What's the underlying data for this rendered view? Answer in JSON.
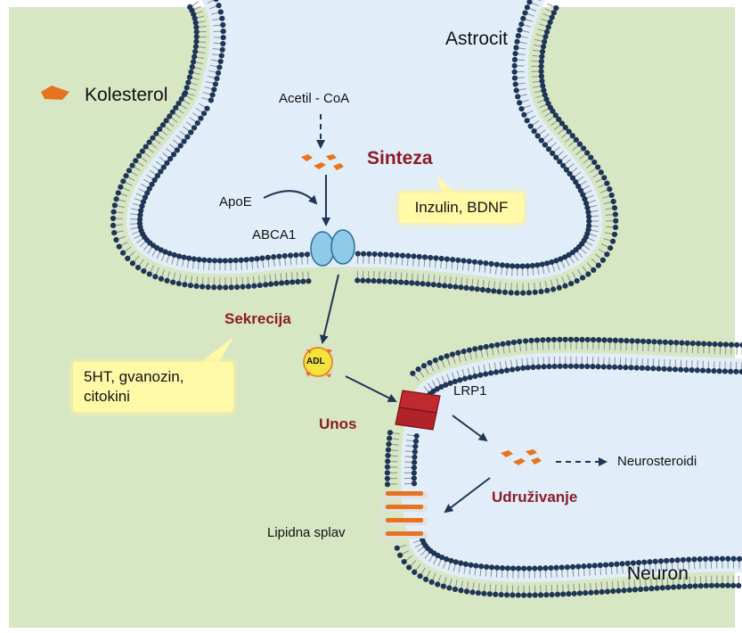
{
  "cells": {
    "astrocyte": "Astrocit",
    "neuron": "Neuron"
  },
  "legend": {
    "cholesterol": "Kolesterol",
    "color": "#e8731f"
  },
  "molecules": {
    "acetyl_coa": "Acetil - CoA",
    "apoe": "ApoE",
    "abca1": "ABCA1",
    "adl": "ADL",
    "lrp1": "LRP1",
    "neurosteroids": "Neurosteroidi",
    "lipid_raft": "Lipidna splav"
  },
  "processes": {
    "synthesis": "Sinteza",
    "secretion": "Sekrecija",
    "uptake": "Unos",
    "association": "Udruživanje"
  },
  "notes": {
    "synthesis_regulators": "Inzulin, BDNF",
    "secretion_regulators_line1": "5HT, gvanozin,",
    "secretion_regulators_line2": "citokini"
  },
  "colors": {
    "background": "#d7e6c3",
    "cytoplasm": "#e1eef9",
    "membrane_head": "#1f3556",
    "process_text": "#8b1c28",
    "transporter": "#8fcbe8",
    "receptor": "#c0292f",
    "note_fill": "#fff9a8"
  }
}
